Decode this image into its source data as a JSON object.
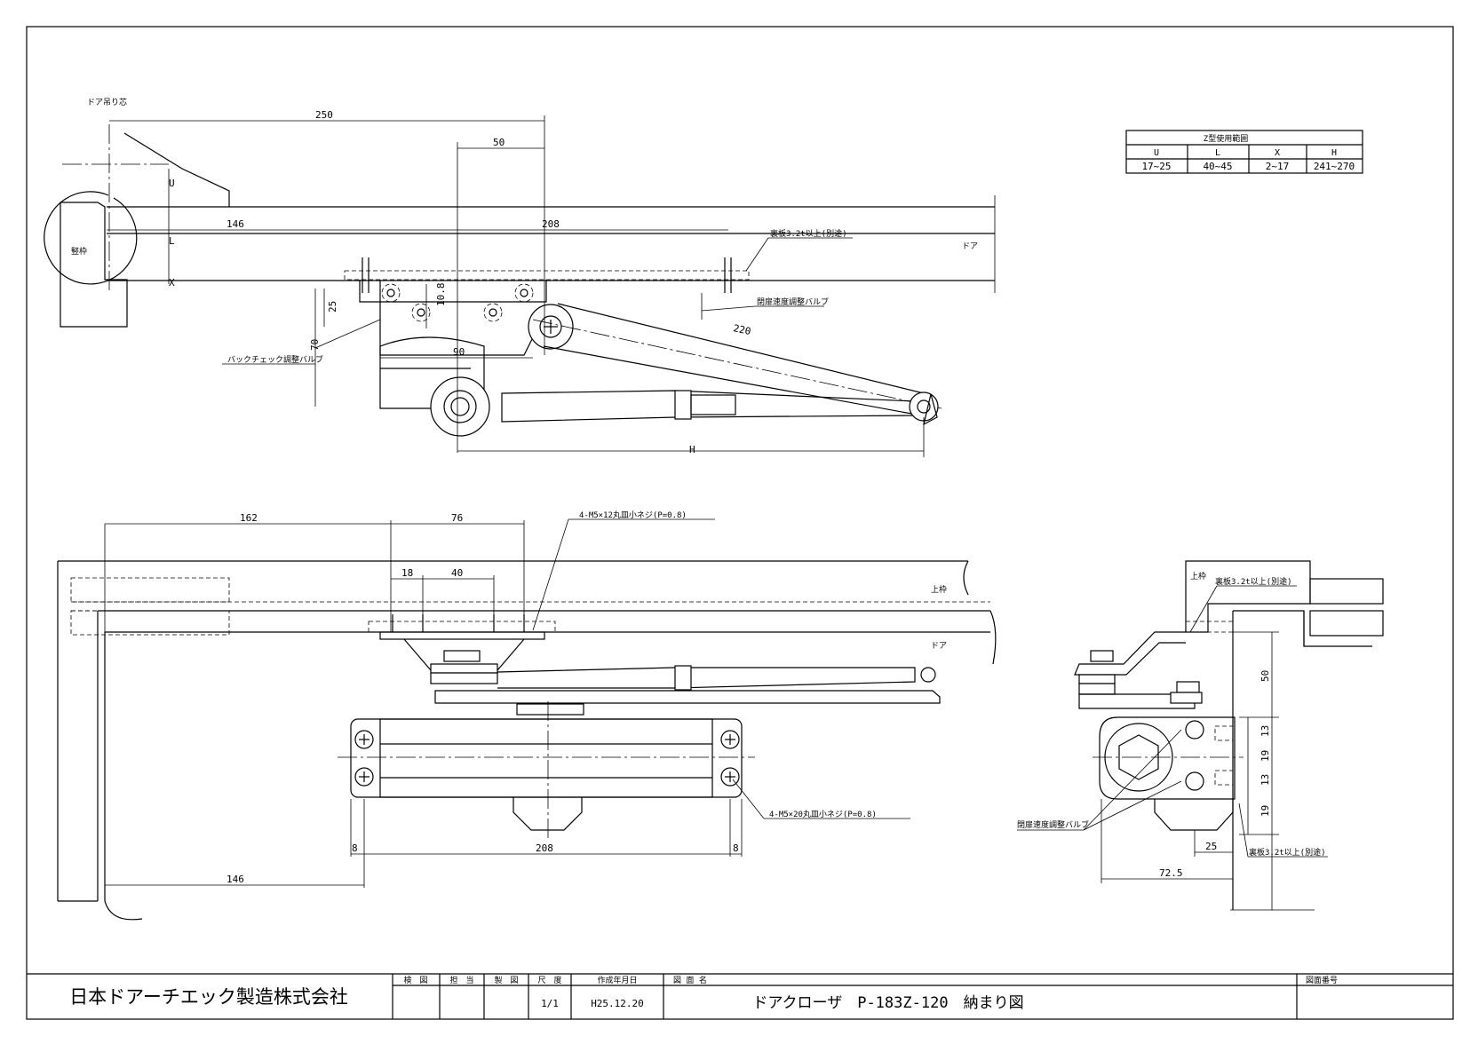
{
  "top_view": {
    "hinge_label": "ドア吊り芯",
    "frame_label": "竪枠",
    "door_label": "ドア",
    "dim_250": "250",
    "dim_50": "50",
    "dim_146": "146",
    "dim_208": "208",
    "dim_10_8": "10.8",
    "dim_25": "25",
    "dim_70": "70",
    "dim_90": "90",
    "dim_220": "220",
    "dim_H": "H",
    "label_U": "U",
    "label_L": "L",
    "label_X": "X",
    "note_backplate": "裏板3.2t以上(別途)",
    "note_close_valve": "閉扉速度調整バルブ",
    "note_backcheck": "バックチェック調整バルブ"
  },
  "range_table": {
    "title": "Z型使用範囲",
    "headers": [
      "U",
      "L",
      "X",
      "H"
    ],
    "values": [
      "17~25",
      "40~45",
      "2~17",
      "241~270"
    ]
  },
  "front_view": {
    "dim_162": "162",
    "dim_76": "76",
    "dim_18": "18",
    "dim_40": "40",
    "dim_208": "208",
    "dim_8_left": "8",
    "dim_8_right": "8",
    "dim_146": "146",
    "note_screw_top": "4-M5×12丸皿小ネジ(P=0.8)",
    "note_screw_bottom": "4-M5×20丸皿小ネジ(P=0.8)",
    "head_label": "上枠",
    "door_label": "ドア"
  },
  "side_view": {
    "head_label": "上枠",
    "note_backplate_top": "裏板3.2t以上(別途)",
    "note_backplate_bottom": "裏板3.2t以上(別途)",
    "note_close_valve": "閉扉速度調整バルブ",
    "dim_50": "50",
    "dim_13_a": "13",
    "dim_19_a": "19",
    "dim_13_b": "13",
    "dim_19_b": "19",
    "dim_25": "25",
    "dim_72_5": "72.5"
  },
  "title_block": {
    "company": "日本ドアーチエック製造株式会社",
    "col_check": "検　図",
    "col_charge": "担　当",
    "col_draw": "製　図",
    "col_scale": "尺　度",
    "col_date": "作成年月日",
    "col_title": "図 面 名",
    "col_number": "図面番号",
    "scale": "1/1",
    "date": "H25.12.20",
    "drawing_title": "ドアクローザ　P-183Z-120　納まり図"
  }
}
